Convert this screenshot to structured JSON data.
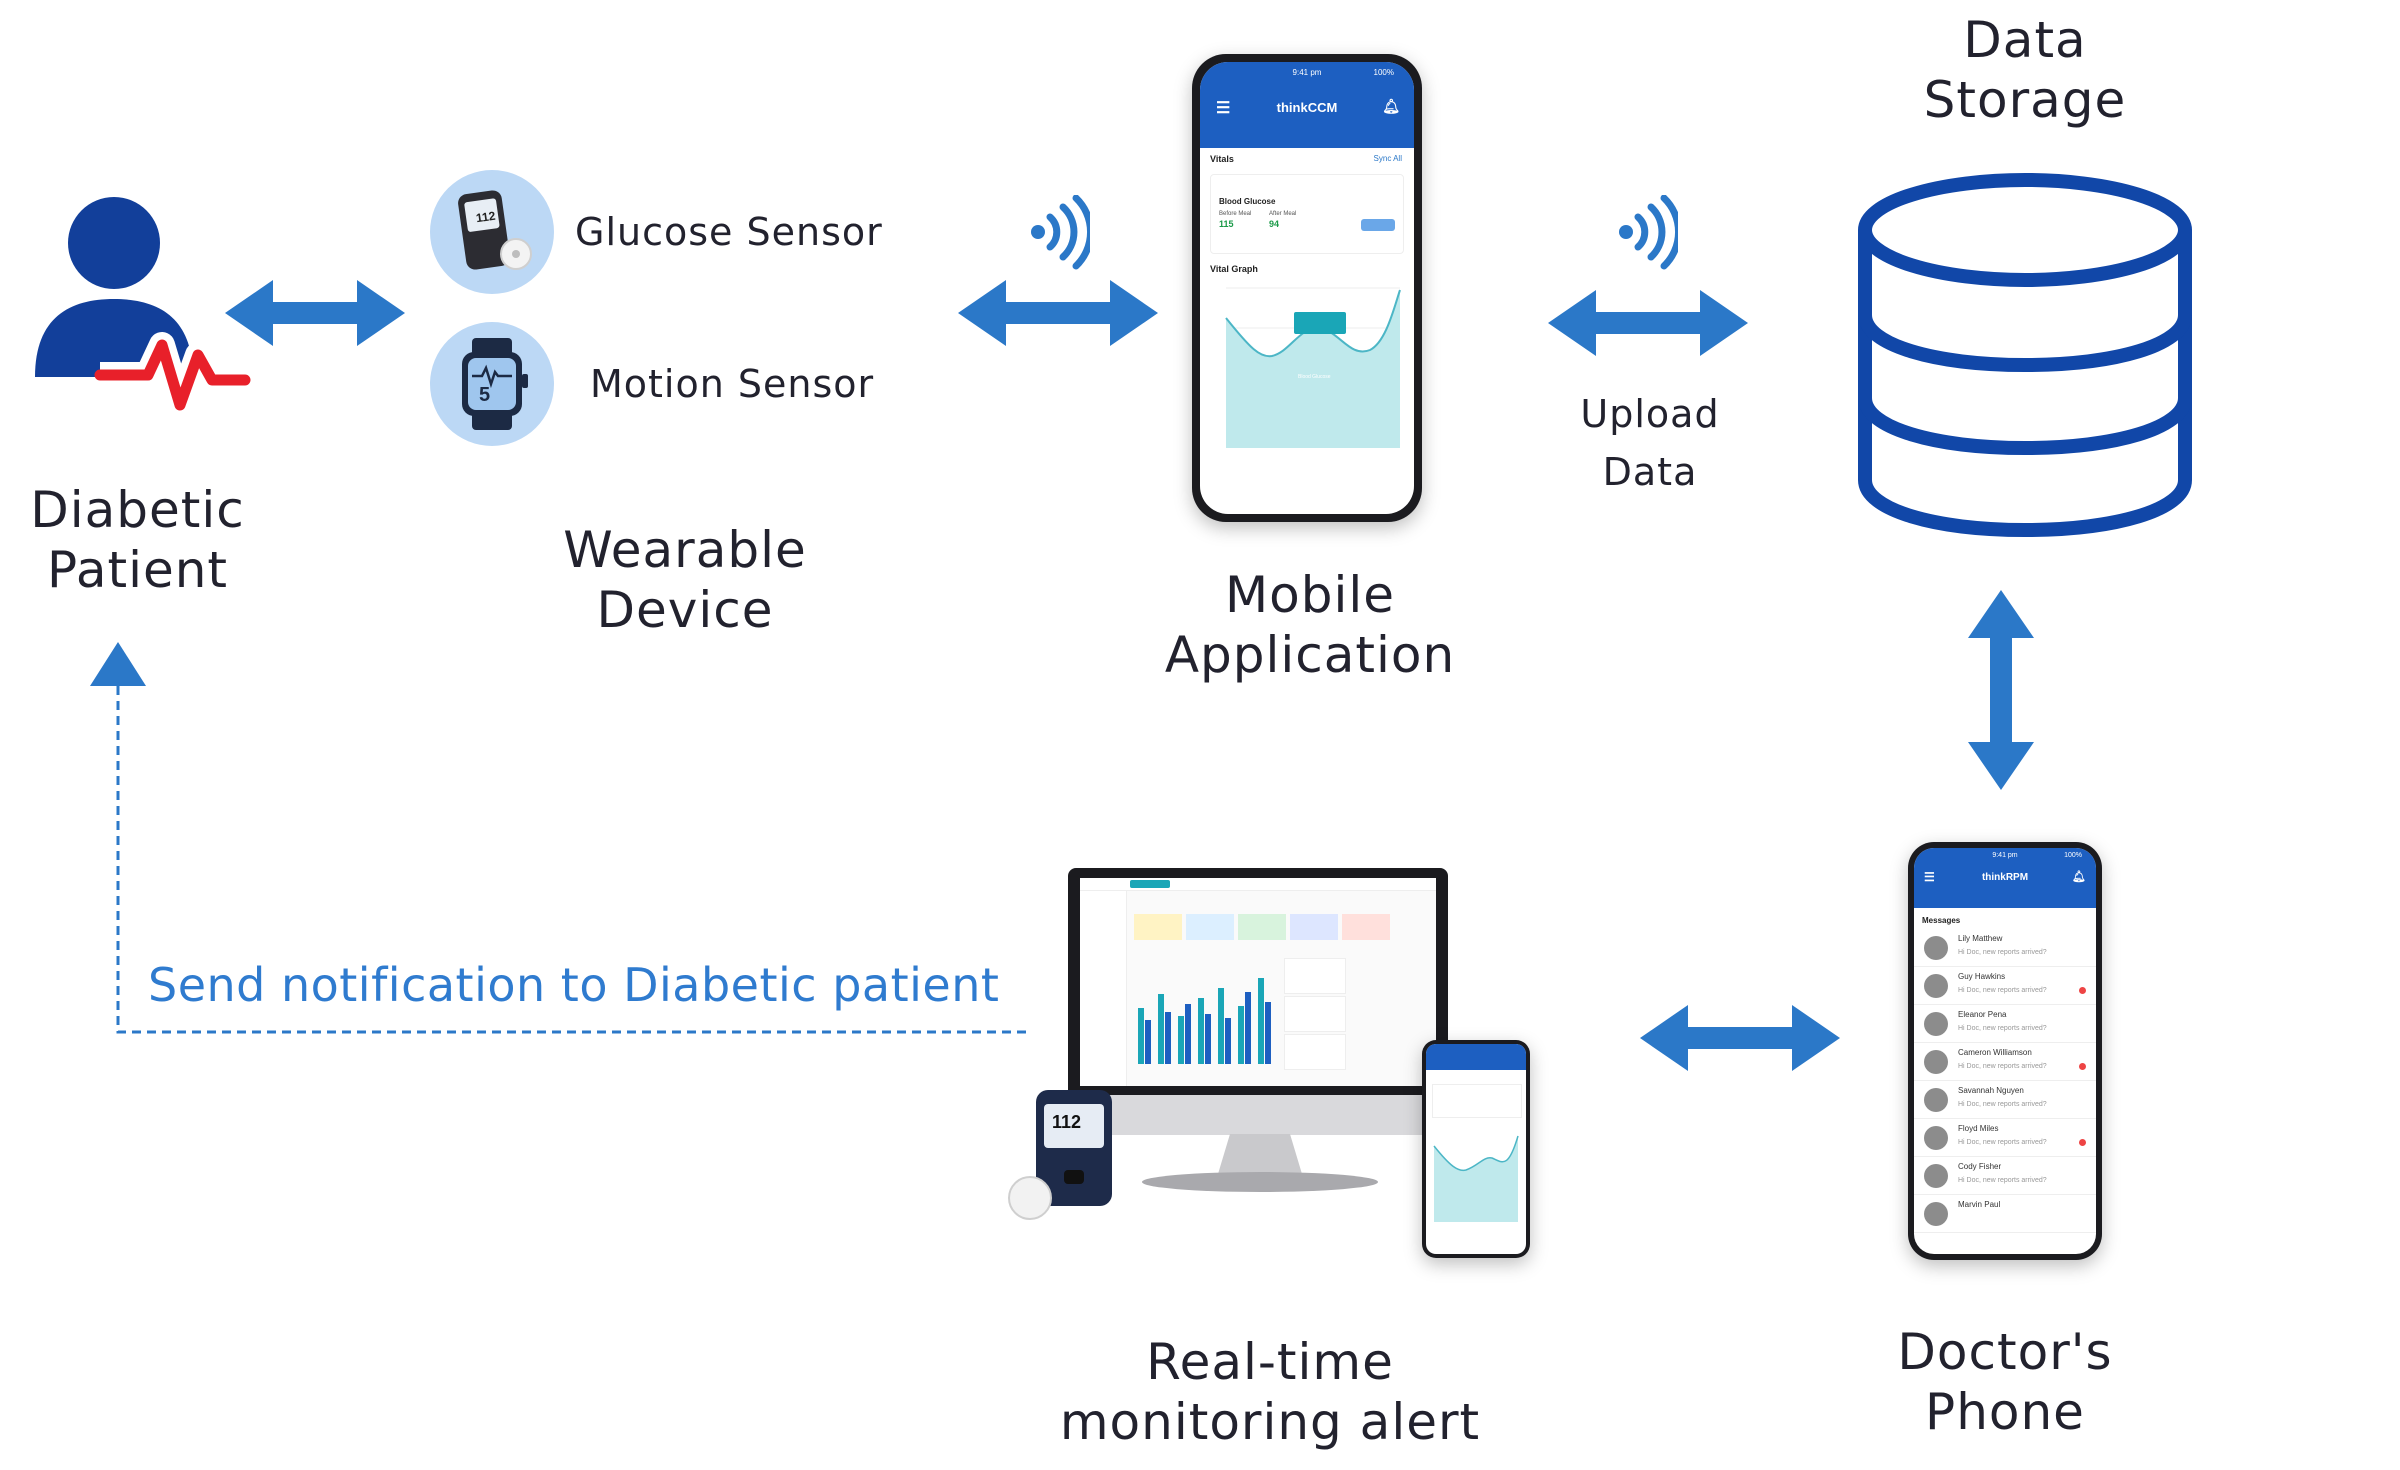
{
  "nodes": {
    "patient": {
      "line1": "Diabetic",
      "line2": "Patient"
    },
    "wearable": {
      "line1": "Wearable",
      "line2": "Device",
      "glucose_sensor": "Glucose Sensor",
      "motion_sensor": "Motion Sensor",
      "meter_reading": "112",
      "watch_reading": "5"
    },
    "mobile_app": {
      "line1": "Mobile",
      "line2": "Application",
      "app_title": "thinkCCM",
      "time": "9:41 pm",
      "battery": "100%",
      "vitals": "Vitals",
      "sync_all": "Sync All",
      "blood_glucose": "Blood Glucose",
      "before_meal": "Before Meal",
      "after_meal": "After Meal",
      "before_value": "115",
      "after_value": "94",
      "vital_graph": "Vital Graph",
      "tooltip": "Blood Glucose"
    },
    "storage": {
      "line1": "Data",
      "line2": "Storage"
    },
    "upload": {
      "line1": "Upload",
      "line2": "Data"
    },
    "monitoring": {
      "line1": "Real-time",
      "line2": "monitoring alert",
      "meter_reading": "112"
    },
    "doctor_phone": {
      "line1": "Doctor's",
      "line2": "Phone",
      "app_title": "thinkRPM",
      "time": "9:41 pm",
      "battery": "100%",
      "messages_title": "Messages",
      "messages": [
        {
          "name": "Lily Matthew",
          "text": "Hi Doc, new reports arrived?"
        },
        {
          "name": "Guy Hawkins",
          "text": "Hi Doc, new reports arrived?"
        },
        {
          "name": "Eleanor Pena",
          "text": "Hi Doc, new reports arrived?"
        },
        {
          "name": "Cameron Williamson",
          "text": "Hi Doc, new reports arrived?"
        },
        {
          "name": "Savannah Nguyen",
          "text": "Hi Doc, new reports arrived?"
        },
        {
          "name": "Floyd Miles",
          "text": "Hi Doc, new reports arrived?"
        },
        {
          "name": "Cody Fisher",
          "text": "Hi Doc, new reports arrived?"
        },
        {
          "name": "Marvin Paul",
          "text": ""
        }
      ]
    }
  },
  "notification": "Send notification to Diabetic patient",
  "colors": {
    "arrow": "#2b78c8",
    "storage": "#1147a8",
    "patient_icon": "#123f9a",
    "heartbeat": "#e8202a",
    "dashed": "#2b78c8"
  }
}
